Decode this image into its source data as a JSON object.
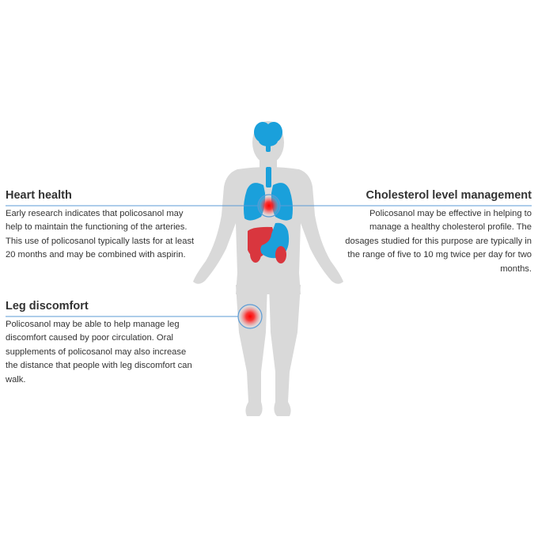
{
  "colors": {
    "silhouette": "#d9d9d9",
    "organ_blue": "#1aa0db",
    "organ_red": "#d9363e",
    "hotspot_red": "#ff0000",
    "leader_line": "#5b9bd5",
    "text": "#333333"
  },
  "callouts": {
    "heart": {
      "title": "Heart health",
      "text": "Early research indicates that policosanol may help to maintain the functioning of the arteries. This use of policosanol typically lasts for at least 20 months and may be combined with aspirin."
    },
    "cholesterol": {
      "title": "Cholesterol level management",
      "text": "Policosanol may be effective in helping to manage a healthy cholesterol profile. The dosages studied for this purpose are typically in the range of five to 10 mg twice per day for two months."
    },
    "leg": {
      "title": "Leg discomfort",
      "text": "Policosanol may be able to help manage leg discomfort caused by poor circulation. Oral supplements of policosanol may also increase the distance that people with leg discomfort can walk."
    }
  }
}
